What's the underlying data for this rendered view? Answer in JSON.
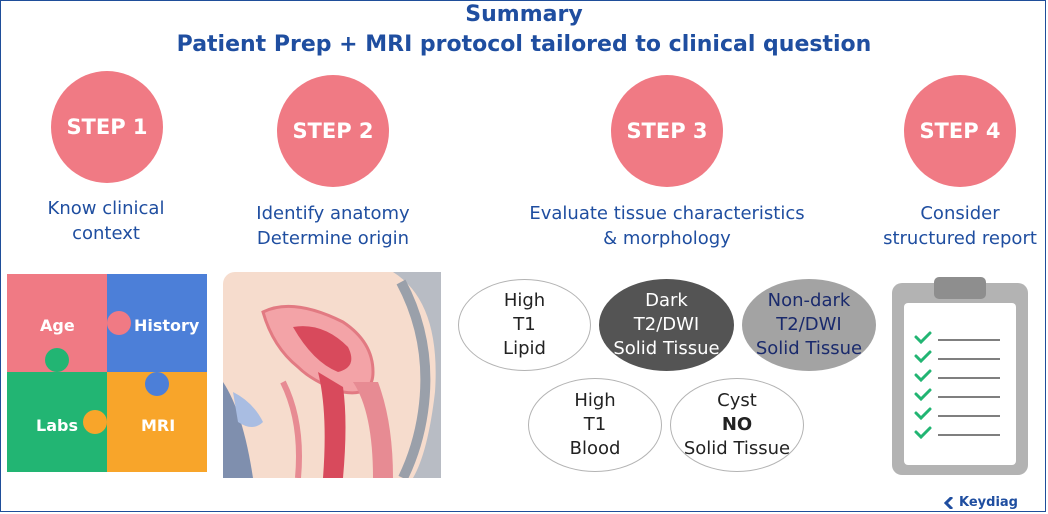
{
  "header": {
    "title": "Summary",
    "subtitle": "Patient Prep + MRI protocol tailored to clinical question"
  },
  "steps": [
    {
      "label": "STEP 1",
      "desc": [
        "Know clinical",
        "context"
      ]
    },
    {
      "label": "STEP 2",
      "desc": [
        "Identify anatomy",
        "Determine origin"
      ]
    },
    {
      "label": "STEP 3",
      "desc": [
        "Evaluate tissue characteristics",
        "& morphology"
      ]
    },
    {
      "label": "STEP 4",
      "desc": [
        "Consider",
        "structured report"
      ]
    }
  ],
  "puzzle": {
    "pieces": [
      "Age",
      "History",
      "Labs",
      "MRI"
    ],
    "colors": {
      "age": "#f07a84",
      "history": "#4c7fd8",
      "labs": "#22b573",
      "mri": "#f8a52a"
    }
  },
  "tissue": {
    "high_t1_lipid": [
      "High",
      "T1",
      "Lipid"
    ],
    "dark_t2": [
      "Dark",
      "T2/DWI",
      "Solid Tissue"
    ],
    "nondark_t2": [
      "Non-dark",
      "T2/DWI",
      "Solid Tissue"
    ],
    "high_t1_blood": [
      "High",
      "T1",
      "Blood"
    ],
    "cyst": [
      "Cyst",
      "NO",
      "Solid Tissue"
    ]
  },
  "brand": {
    "name": "Keydiag"
  },
  "colors": {
    "accent": "#1f4ea0",
    "step_circle": "#f07a84",
    "check": "#22b573"
  }
}
